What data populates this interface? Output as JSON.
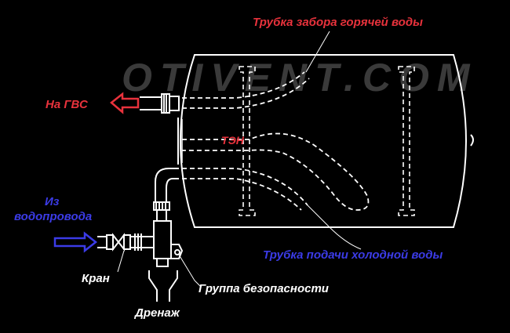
{
  "watermark": "OTIVENT.COM",
  "labels": {
    "hot_intake_pipe": "Трубка забора горячей воды",
    "to_dhw": "На ГВС",
    "heater": "ТЭН",
    "from_water_supply_line1": "Из",
    "from_water_supply_line2": "водопровода",
    "cold_supply_pipe": "Трубка подачи холодной воды",
    "valve": "Кран",
    "safety_group": "Группа безопасности",
    "drain": "Дренаж"
  },
  "colors": {
    "background": "#000000",
    "line": "#ffffff",
    "hot_label": "#e8323c",
    "cold_label": "#3b3be6",
    "hot_arrow": "#e8323c",
    "cold_arrow": "#3b3be6",
    "watermark": "#3a3a3a"
  }
}
